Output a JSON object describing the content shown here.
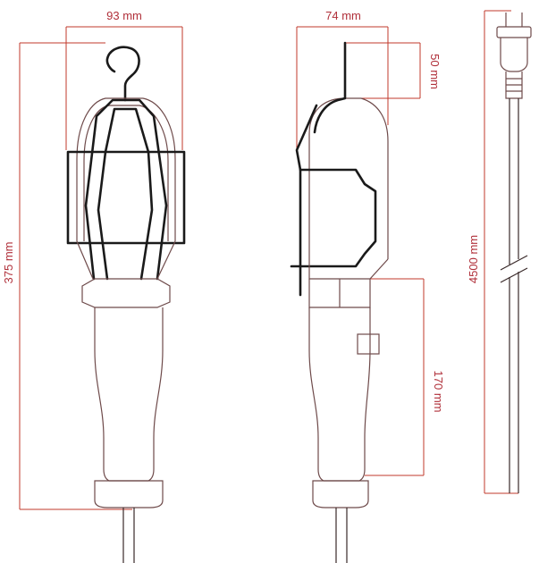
{
  "dimensions": {
    "front_width": "93 mm",
    "side_width": "74 mm",
    "hook_height": "50 mm",
    "total_height": "375 mm",
    "handle_height": "170 mm",
    "cable_length": "4500 mm"
  },
  "colors": {
    "dimension_line": "#c0392b",
    "dimension_text": "#b0303a",
    "outline": "#6e4a4a",
    "wire_cage": "#1a1a1a"
  }
}
